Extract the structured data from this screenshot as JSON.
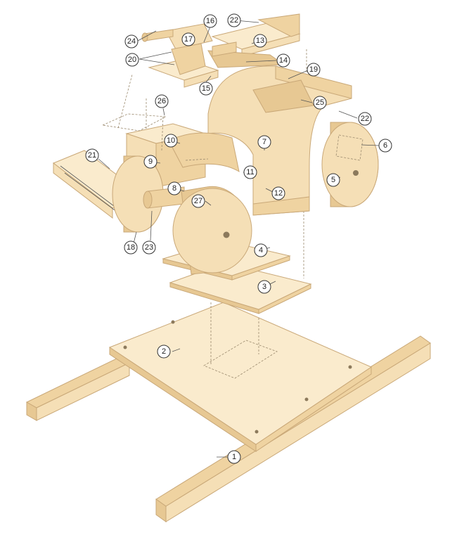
{
  "callouts": [
    {
      "id": "c1",
      "label": "1"
    },
    {
      "id": "c2",
      "label": "2"
    },
    {
      "id": "c3",
      "label": "3"
    },
    {
      "id": "c4",
      "label": "4"
    },
    {
      "id": "c5",
      "label": "5"
    },
    {
      "id": "c6",
      "label": "6"
    },
    {
      "id": "c7",
      "label": "7"
    },
    {
      "id": "c8",
      "label": "8"
    },
    {
      "id": "c9",
      "label": "9"
    },
    {
      "id": "c10",
      "label": "10"
    },
    {
      "id": "c11",
      "label": "11"
    },
    {
      "id": "c12",
      "label": "12"
    },
    {
      "id": "c13",
      "label": "13"
    },
    {
      "id": "c14",
      "label": "14"
    },
    {
      "id": "c15",
      "label": "15"
    },
    {
      "id": "c16",
      "label": "16"
    },
    {
      "id": "c17",
      "label": "17"
    },
    {
      "id": "c18",
      "label": "18"
    },
    {
      "id": "c19",
      "label": "19"
    },
    {
      "id": "c20",
      "label": "20"
    },
    {
      "id": "c21",
      "label": "21"
    },
    {
      "id": "c22a",
      "label": "22"
    },
    {
      "id": "c22b",
      "label": "22"
    },
    {
      "id": "c23",
      "label": "23"
    },
    {
      "id": "c24",
      "label": "24"
    },
    {
      "id": "c25",
      "label": "25"
    },
    {
      "id": "c26",
      "label": "26"
    },
    {
      "id": "c27",
      "label": "27"
    }
  ],
  "colors": {
    "wood": "#f5dfb6",
    "wood_edge": "#c9a878",
    "line": "#555555"
  }
}
